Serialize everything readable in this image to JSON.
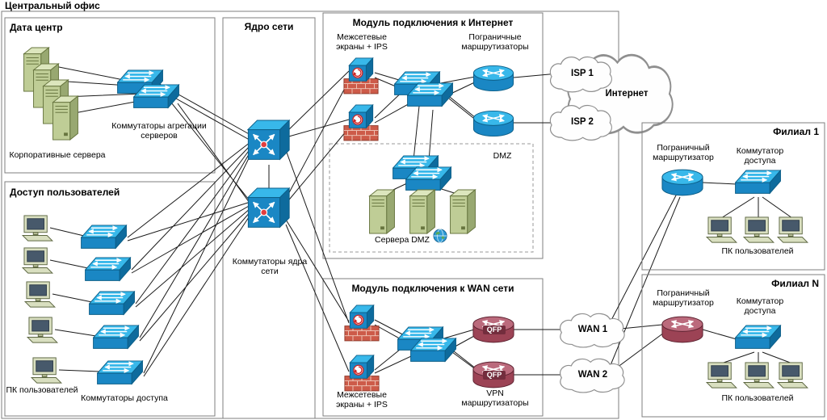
{
  "title": "Центральный офис",
  "datacenter": {
    "title": "Дата центр",
    "servers_label": "Корпоративные сервера",
    "agg_switches_label": "Коммутаторы агрегации серверов"
  },
  "core": {
    "title": "Ядро сети",
    "switches_label": "Коммутаторы ядра сети"
  },
  "user_access": {
    "title": "Доступ пользователей",
    "pcs_label": "ПК пользователей",
    "switches_label": "Коммутаторы доступа"
  },
  "internet_module": {
    "title": "Модуль подключения к Интернет",
    "firewalls_label": "Межсетевые экраны + IPS",
    "border_routers_label": "Пограничные маршрутизаторы",
    "dmz": {
      "title": "DMZ",
      "servers_label": "Сервера DMZ"
    }
  },
  "wan_module": {
    "title": "Модуль подключения к WAN сети",
    "firewalls_label": "Межсетевые экраны + IPS",
    "vpn_routers_label": "VPN маршрутизаторы",
    "qfp_badge": "QFP"
  },
  "clouds": {
    "isp1": "ISP 1",
    "isp2": "ISP 2",
    "internet": "Интернет",
    "wan1": "WAN 1",
    "wan2": "WAN 2"
  },
  "branch1": {
    "title": "Филиал 1",
    "router_label": "Пограничный маршрутизатор",
    "switch_label": "Коммутатор доступа",
    "pcs_label": "ПК пользователей"
  },
  "branchN": {
    "title": "Филиал N",
    "router_label": "Пограничный маршрутизатор",
    "switch_label": "Коммутатор доступа",
    "pcs_label": "ПК пользователей"
  },
  "colors": {
    "device_blue": "#1a87c4",
    "device_blue_light": "#38b8ea",
    "vpn_maroon": "#9c4355",
    "server_green": "#bfcd96",
    "firewall_brick": "#cd5b49",
    "connection_line": "#1a1a1a",
    "box_border": "#7f7f7f"
  }
}
